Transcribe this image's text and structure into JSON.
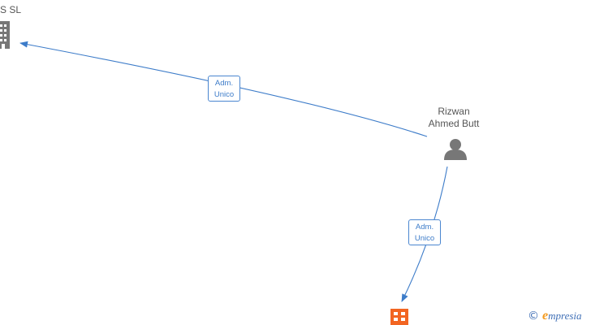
{
  "nodes": {
    "company_left": {
      "label": "S  SL",
      "icon": "building-icon",
      "color": "#777777"
    },
    "person": {
      "label_line1": "Rizwan",
      "label_line2": "Ahmed Butt",
      "icon": "person-icon",
      "color": "#777777"
    },
    "company_bottom": {
      "icon": "building-icon",
      "color": "#f26522"
    }
  },
  "edges": [
    {
      "from": "person",
      "to": "company_left",
      "label_line1": "Adm.",
      "label_line2": "Unico",
      "color": "#3d7cc9"
    },
    {
      "from": "person",
      "to": "company_bottom",
      "label_line1": "Adm.",
      "label_line2": "Unico",
      "color": "#3d7cc9"
    }
  ],
  "watermark": {
    "copyright_symbol": "©",
    "brand_initial": "e",
    "brand_rest": "mpresia"
  }
}
